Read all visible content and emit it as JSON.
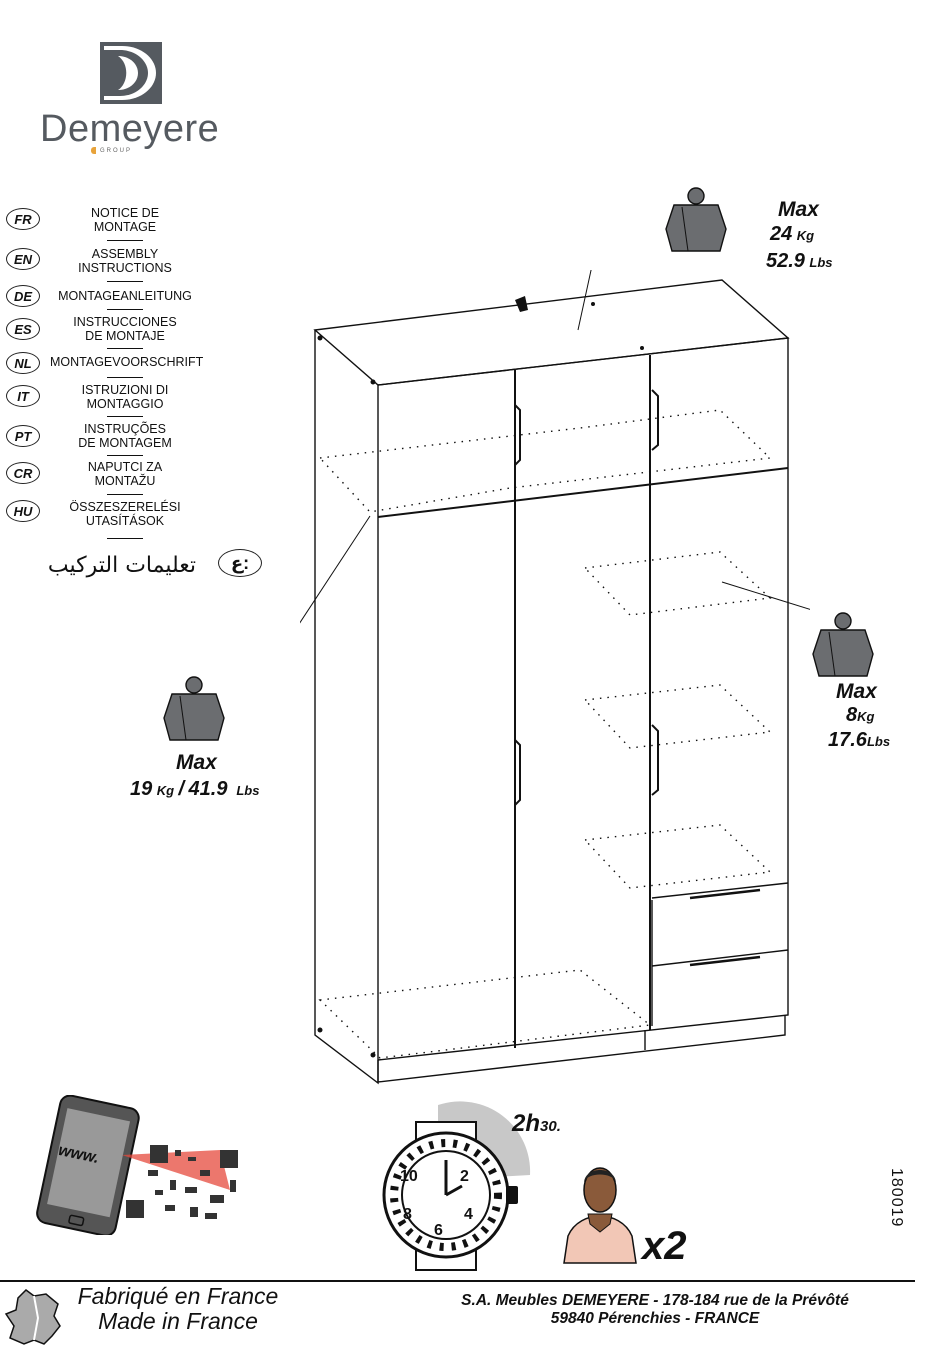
{
  "brand": {
    "name": "Demeyere",
    "subtitle": "GROUP"
  },
  "languages": [
    {
      "code": "FR",
      "line1": "NOTICE DE",
      "line2": "MONTAGE"
    },
    {
      "code": "EN",
      "line1": "ASSEMBLY",
      "line2": "INSTRUCTIONS"
    },
    {
      "code": "DE",
      "line1": "MONTAGEANLEITUNG",
      "line2": ""
    },
    {
      "code": "ES",
      "line1": "INSTRUCCIONES",
      "line2": "DE MONTAJE"
    },
    {
      "code": "NL",
      "line1": "MONTAGEVOORSCHRIFT",
      "line2": ""
    },
    {
      "code": "IT",
      "line1": "ISTRUZIONI DI",
      "line2": "MONTAGGIO"
    },
    {
      "code": "PT",
      "line1": "INSTRUÇÕES",
      "line2": "DE MONTAGEM"
    },
    {
      "code": "CR",
      "line1": "NAPUTCI ZA",
      "line2": "MONTAŽU"
    },
    {
      "code": "HU",
      "line1": "ÖSSZESZERELÉSI",
      "line2": "UTASÍTÁSOK"
    }
  ],
  "arabic": {
    "code": "ع",
    "text": "تعليمات التركيب"
  },
  "weights": {
    "top": {
      "max": "Max",
      "kg": "24",
      "kg_unit": "Kg",
      "lbs": "52.9",
      "lbs_unit": "Lbs"
    },
    "left": {
      "max": "Max",
      "kg": "19",
      "kg_unit": "Kg",
      "sep": "/",
      "lbs": "41.9",
      "lbs_unit": "Lbs"
    },
    "right": {
      "max": "Max",
      "kg": "8",
      "kg_unit": "Kg",
      "lbs": "17.6",
      "lbs_unit": "Lbs"
    }
  },
  "phone": {
    "label": "www."
  },
  "assembly_time": {
    "hours": "2h",
    "minutes": "30."
  },
  "watch_numbers": [
    "10",
    "2",
    "8",
    "4",
    "6"
  ],
  "persons": {
    "count": "x2"
  },
  "document_number": "180019",
  "footer": {
    "made_fr": "Fabriqué en France",
    "made_en": "Made in France",
    "company_line1": "S.A. Meubles DEMEYERE - 178-184 rue de la Prévôté",
    "company_line2": "59840 Pérenchies - FRANCE"
  },
  "colors": {
    "weight_fill": "#6b6d70",
    "logo": "#555a60",
    "time_arc": "#c8c8c8"
  }
}
